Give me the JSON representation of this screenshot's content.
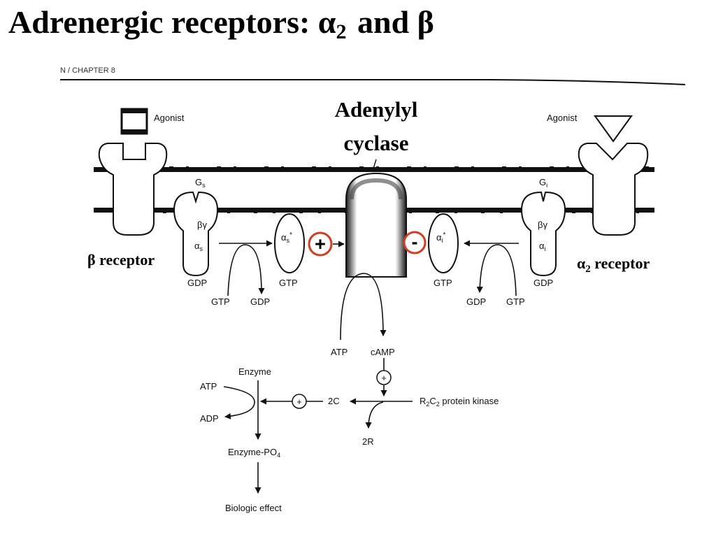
{
  "title": {
    "prefix": "Adrenergic receptors: ",
    "alpha": "α",
    "alpha_sub": "2",
    "middle": " and ",
    "beta": "β"
  },
  "header_scrap": "N / CHAPTER 8",
  "adenylyl_cyclase": {
    "line1": "Adenylyl",
    "line2": "cyclase"
  },
  "left": {
    "agonist": "Agonist",
    "receptor_greek": "β",
    "receptor_label": " receptor",
    "g_protein": "G",
    "g_sub": "s",
    "beta_gamma": "βγ",
    "alpha": "α",
    "alpha_sub": "s",
    "alpha_star": "*",
    "gdp": "GDP",
    "gtp": "GTP",
    "gtp_in": "GTP",
    "gdp_out": "GDP",
    "effect_sign": "+"
  },
  "right": {
    "agonist": "Agonist",
    "receptor_greek": "α",
    "receptor_sub": "2",
    "receptor_label": " receptor",
    "g_protein": "G",
    "g_sub": "i",
    "beta_gamma": "βγ",
    "alpha": "α",
    "alpha_sub": "i",
    "alpha_star": "*",
    "gdp": "GDP",
    "gtp": "GTP",
    "gdp_out": "GDP",
    "gtp_in": "GTP",
    "effect_sign": "-"
  },
  "cascade": {
    "atp": "ATP",
    "camp": "cAMP",
    "plus": "+",
    "kinase_r": "R",
    "kinase_sub1": "2",
    "kinase_c": "C",
    "kinase_sub2": "2",
    "kinase_text": " protein kinase",
    "two_c": "2C",
    "two_r": "2R",
    "enzyme": "Enzyme",
    "atp2": "ATP",
    "adp": "ADP",
    "enzyme_po4": "Enzyme-PO",
    "po4_sub": "4",
    "biologic_effect": "Biologic effect"
  },
  "colors": {
    "highlight_circle": "#d9391d",
    "ink": "#111111"
  }
}
